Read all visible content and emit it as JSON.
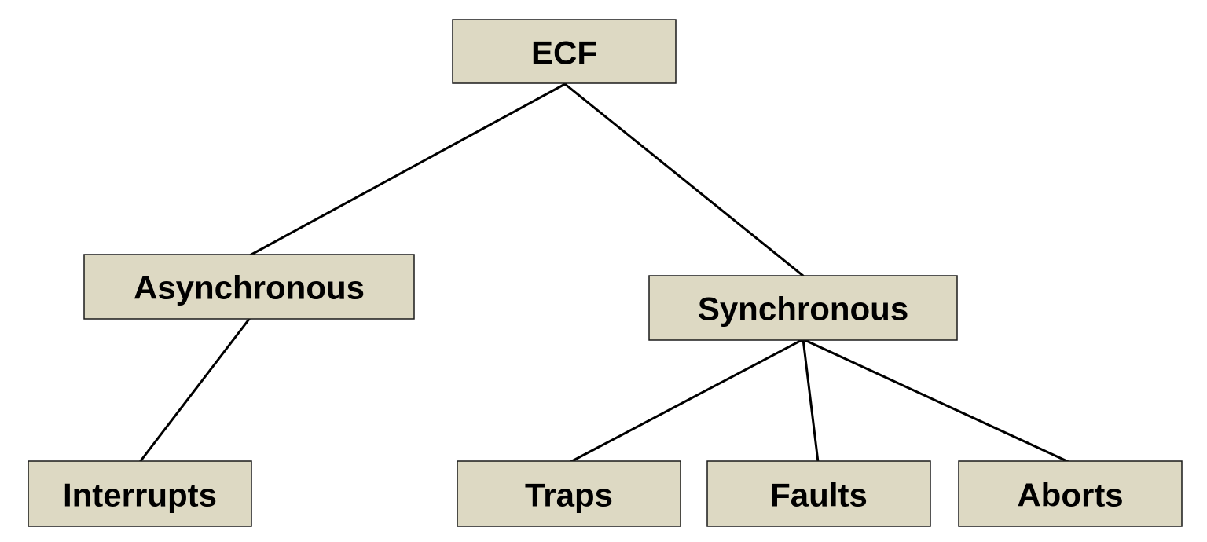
{
  "diagram": {
    "type": "tree",
    "nodes": [
      {
        "id": "ecf",
        "label": "ECF"
      },
      {
        "id": "asynchronous",
        "label": "Asynchronous"
      },
      {
        "id": "synchronous",
        "label": "Synchronous"
      },
      {
        "id": "interrupts",
        "label": "Interrupts"
      },
      {
        "id": "traps",
        "label": "Traps"
      },
      {
        "id": "faults",
        "label": "Faults"
      },
      {
        "id": "aborts",
        "label": "Aborts"
      }
    ],
    "edges": [
      {
        "from": "ecf",
        "to": "asynchronous"
      },
      {
        "from": "ecf",
        "to": "synchronous"
      },
      {
        "from": "asynchronous",
        "to": "interrupts"
      },
      {
        "from": "synchronous",
        "to": "traps"
      },
      {
        "from": "synchronous",
        "to": "faults"
      },
      {
        "from": "synchronous",
        "to": "aborts"
      }
    ],
    "colors": {
      "node_fill": "#ddd9c3",
      "node_border": "#1a1a1a",
      "edge": "#000000",
      "text": "#000000"
    }
  }
}
